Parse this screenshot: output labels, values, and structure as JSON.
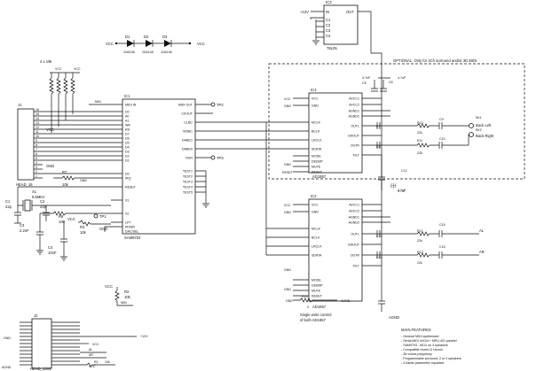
{
  "schematic": {
    "optional_note": "OPTIONAL: Only for 4Ch surround and/or 3D MIDI",
    "single_write_note": [
      "Single write control",
      "of both AD1857"
    ],
    "main_features_title": "MAIN FEATURES",
    "main_features": [
      "- General MIDI synthesizer",
      "- Serial MIDI In/Out + MPU-401 parallel",
      "- SAM9703 : MCU on 4 speakers",
      "- Compatible reverb & chorus",
      "- 38 voices polyphony",
      "- Programmable surround, 2 or 4 speakers",
      "- 4 bands parametric equalizer"
    ]
  },
  "ic1": {
    "ref": "IC1",
    "part": "SAM9703",
    "left_pins": [
      {
        "num": "",
        "name": "MIDI IN"
      },
      {
        "num": "",
        "name": "D0"
      },
      {
        "num": "",
        "name": "A0"
      },
      {
        "num": "",
        "name": "A1"
      },
      {
        "num": "",
        "name": "WR"
      },
      {
        "num": "",
        "name": "RD"
      },
      {
        "num": "",
        "name": "D7"
      },
      {
        "num": "",
        "name": "D6"
      },
      {
        "num": "",
        "name": "D5"
      },
      {
        "num": "",
        "name": "D4"
      },
      {
        "num": "",
        "name": "D3"
      },
      {
        "num": "",
        "name": "D2"
      },
      {
        "num": "",
        "name": "D1"
      },
      {
        "num": "",
        "name": "D0"
      },
      {
        "num": "",
        "name": "IRQ"
      },
      {
        "num": "",
        "name": "RESET"
      },
      {
        "num": "",
        "name": "X1"
      },
      {
        "num": "",
        "name": "X2"
      },
      {
        "num": "",
        "name": "LPT"
      },
      {
        "num": "",
        "name": "PDWN"
      },
      {
        "num": "",
        "name": "DAC/SEL"
      }
    ],
    "right_pins": [
      {
        "num": "",
        "name": "MIDI OUT"
      },
      {
        "num": "",
        "name": "CKOUT"
      },
      {
        "num": "",
        "name": "CLBC"
      },
      {
        "num": "",
        "name": "WSBC"
      },
      {
        "num": "",
        "name": "DABD1"
      },
      {
        "num": "",
        "name": "DABD0"
      },
      {
        "num": "",
        "name": "RUN"
      },
      {
        "num": "",
        "name": "TEST1"
      },
      {
        "num": "",
        "name": "TEST2"
      },
      {
        "num": "",
        "name": "TEST3"
      },
      {
        "num": "",
        "name": "TEST4"
      },
      {
        "num": "",
        "name": "TEST5"
      }
    ]
  },
  "ic2": {
    "ref": "IC2",
    "part": "AD1857",
    "left_pins": [
      {
        "num": "",
        "name": "VCC"
      },
      {
        "num": "",
        "name": "GND"
      },
      {
        "num": "",
        "name": "MCLK"
      },
      {
        "num": "",
        "name": "BCLK"
      },
      {
        "num": "",
        "name": "LRCLK"
      },
      {
        "num": "",
        "name": "SDATA"
      },
      {
        "num": "",
        "name": "MODE"
      },
      {
        "num": "",
        "name": "DEEMP"
      },
      {
        "num": "",
        "name": "MUTE"
      },
      {
        "num": "",
        "name": "RESET"
      }
    ],
    "right_pins": [
      {
        "num": "",
        "name": "AVCC1"
      },
      {
        "num": "",
        "name": "AVCC2"
      },
      {
        "num": "",
        "name": "AGND1"
      },
      {
        "num": "",
        "name": "AGND2"
      },
      {
        "num": "",
        "name": "OUTL"
      },
      {
        "num": "",
        "name": "CMOUT"
      },
      {
        "num": "",
        "name": "OUTR"
      },
      {
        "num": "",
        "name": "FILT"
      }
    ]
  },
  "ic4": {
    "ref": "IC4",
    "part": "AD1857",
    "left_pins": [
      {
        "num": "",
        "name": "VCC"
      },
      {
        "num": "",
        "name": "GND"
      },
      {
        "num": "",
        "name": "MCLK"
      },
      {
        "num": "",
        "name": "BCLK"
      },
      {
        "num": "",
        "name": "LRCLK"
      },
      {
        "num": "",
        "name": "SDATA"
      },
      {
        "num": "",
        "name": "MODE"
      },
      {
        "num": "",
        "name": "DEEMP"
      },
      {
        "num": "",
        "name": "MUTE"
      },
      {
        "num": "",
        "name": "RESET"
      }
    ],
    "right_pins": [
      {
        "num": "",
        "name": "AVCC1"
      },
      {
        "num": "",
        "name": "AVCC2"
      },
      {
        "num": "",
        "name": "AGND1"
      },
      {
        "num": "",
        "name": "AGND2"
      },
      {
        "num": "",
        "name": "OUTL"
      },
      {
        "num": "",
        "name": "CMOUT"
      },
      {
        "num": "",
        "name": "OUTR"
      },
      {
        "num": "",
        "name": "FILT"
      }
    ]
  },
  "ic3": {
    "ref": "IC3",
    "part": "78L05",
    "pins": [
      "IN",
      "OUT",
      "C1",
      "C2",
      "C3",
      "C4"
    ],
    "supply": "+12V"
  },
  "diodes": {
    "labels": [
      "D1",
      "D2",
      "D3"
    ],
    "part": "1N4148",
    "vcc_left": "VCC",
    "vcc_right": "VCC"
  },
  "resnet": {
    "label": "4 x 10k"
  },
  "j1": {
    "ref": "J1",
    "name": "HEAD_16"
  },
  "j2": {
    "ref": "J2",
    "name": "HEAD_13X2"
  },
  "passives": {
    "c1": "C1",
    "c1_val": "22p",
    "c2": "C2",
    "c2_val": "22p",
    "c3": "C3",
    "c3_val": "2.2nF",
    "c4": "C4",
    "c4_val": "10nF",
    "r1": "R1",
    "r1_val": "10k",
    "r2": "R2",
    "r2_val": "10k",
    "r3": "R3",
    "r3_val": "10k",
    "r6": "R6",
    "r6_val": "100",
    "r7": "R7",
    "r7_val": "10k",
    "x1": "X1",
    "x1_val": "9.6MHz",
    "r14": "R14",
    "r14_val": "0",
    "tp1": "TP1",
    "tp2": "TP2",
    "tp3": "TP3"
  },
  "out_top": {
    "left_label": "Back Left",
    "right_label": "Back Right",
    "sk_left": "SK1",
    "sk_right": "SK2",
    "r_left": "R10",
    "r_right": "R11",
    "res_val": "22k",
    "cap_val": "4.7uF",
    "cap_labels": [
      "C5",
      "C6",
      "C7",
      "C8",
      "C9",
      "C10",
      "C11",
      "C12"
    ]
  },
  "out_bottom": {
    "left_label": "AL",
    "right_label": "AR",
    "r_left": "R12",
    "r_right": "R13",
    "res_val": "22k",
    "cap_val": "4.7uF",
    "cap_labels": [
      "C13",
      "C14",
      "C15",
      "C16",
      "C17",
      "C18"
    ]
  },
  "net_labels": {
    "vcc": "VCC",
    "gnd": "GND",
    "agnd": "AGND",
    "p12v": "+12V",
    "min": "MIN",
    "mout": "MOUT",
    "run": "RUN",
    "reset": "RESET",
    "irq": "IRQ",
    "al": "AL",
    "ar": "AR"
  }
}
